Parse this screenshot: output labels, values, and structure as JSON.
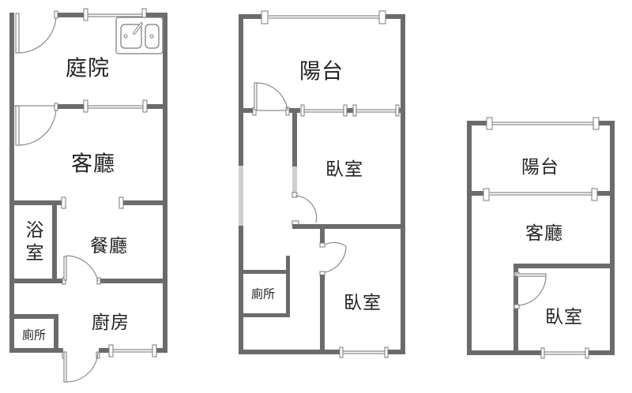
{
  "diagram": {
    "type": "floor_plan",
    "colors": {
      "wall": "#6b6b6b",
      "window": "#888888",
      "background": "#ffffff",
      "text": "#222222"
    },
    "floors": [
      {
        "id": "floor-1",
        "rooms": [
          {
            "id": "courtyard",
            "label": "庭院"
          },
          {
            "id": "living-room",
            "label": "客廳"
          },
          {
            "id": "bathroom",
            "label": "浴室"
          },
          {
            "id": "dining-room",
            "label": "餐廳"
          },
          {
            "id": "kitchen",
            "label": "廚房"
          },
          {
            "id": "toilet",
            "label": "廁所"
          }
        ],
        "fixtures": [
          "double-sink"
        ]
      },
      {
        "id": "floor-2",
        "rooms": [
          {
            "id": "balcony",
            "label": "陽台"
          },
          {
            "id": "bedroom-1",
            "label": "臥室"
          },
          {
            "id": "toilet",
            "label": "廁所"
          },
          {
            "id": "bedroom-2",
            "label": "臥室"
          }
        ]
      },
      {
        "id": "floor-3",
        "rooms": [
          {
            "id": "balcony",
            "label": "陽台"
          },
          {
            "id": "living-room",
            "label": "客廳"
          },
          {
            "id": "bedroom",
            "label": "臥室"
          }
        ]
      }
    ]
  }
}
